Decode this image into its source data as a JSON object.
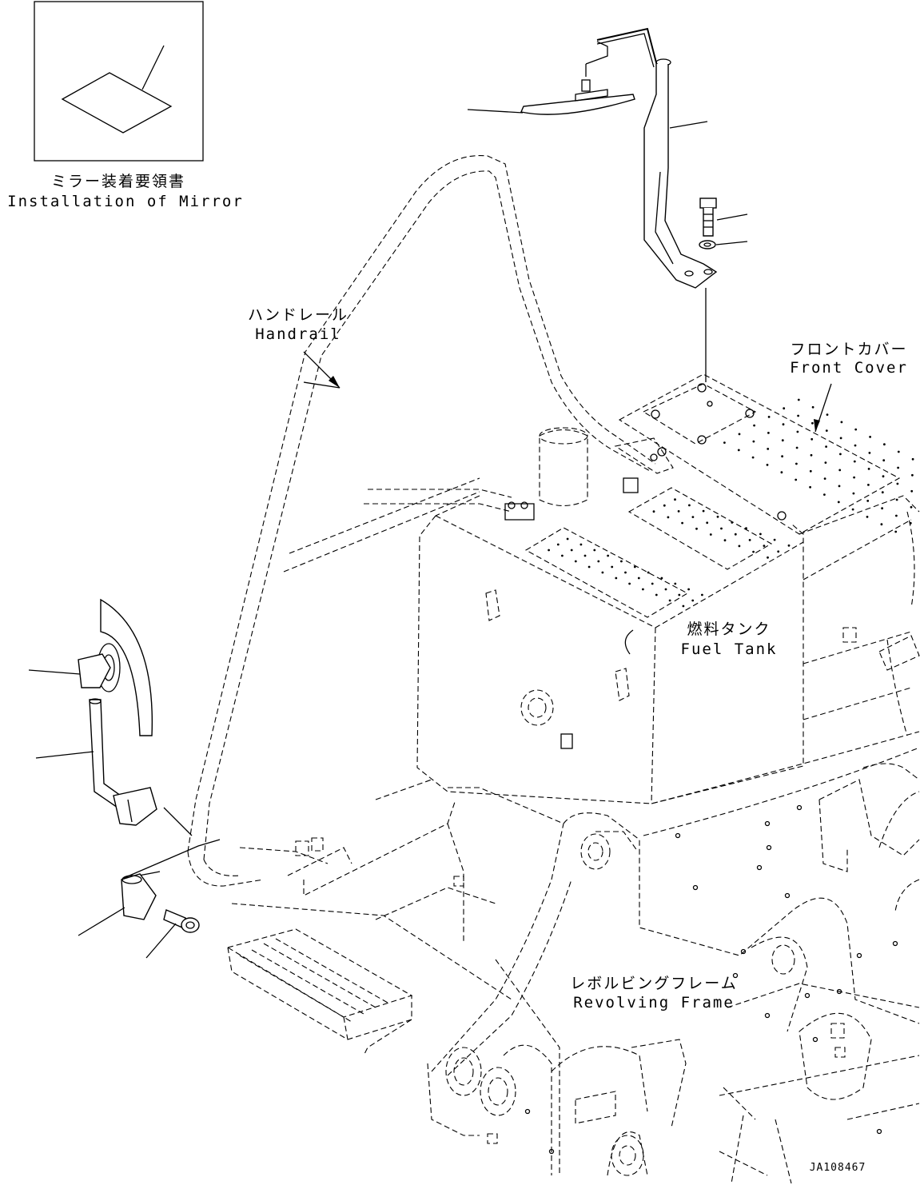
{
  "inset": {
    "caption_jp": "ミラー装着要領書",
    "caption_en": "Installation of Mirror"
  },
  "labels": {
    "handrail_jp": "ハンドレール",
    "handrail_en": "Handrail",
    "front_cover_jp": "フロントカバー",
    "front_cover_en": "Front Cover",
    "fuel_tank_jp": "燃料タンク",
    "fuel_tank_en": "Fuel Tank",
    "revolving_frame_jp": "レボルビングフレーム",
    "revolving_frame_en": "Revolving Frame"
  },
  "drawing_code": "JA108467",
  "colors": {
    "line": "#000000",
    "background": "#ffffff"
  }
}
